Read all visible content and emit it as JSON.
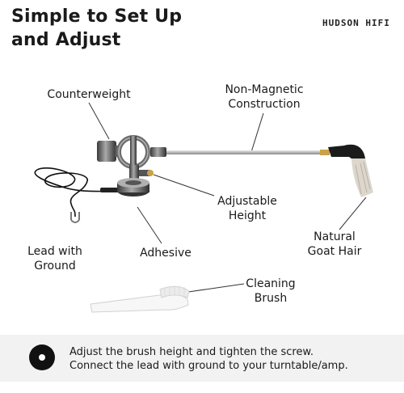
{
  "header": {
    "title_line1": "Simple to Set Up",
    "title_line2": "and Adjust",
    "brand": "HUDSON HIFI"
  },
  "callouts": {
    "counterweight": "Counterweight",
    "non_magnetic_1": "Non-Magnetic",
    "non_magnetic_2": "Construction",
    "adjustable_1": "Adjustable",
    "adjustable_2": "Height",
    "goat_1": "Natural",
    "goat_2": "Goat Hair",
    "lead_1": "Lead with",
    "lead_2": "Ground",
    "adhesive": "Adhesive",
    "cleaning_1": "Cleaning",
    "cleaning_2": "Brush"
  },
  "footer": {
    "line1": "Adjust the brush height and tighten the screw.",
    "line2": "Connect the lead with ground to your turntable/amp.",
    "icon": "record-disc-icon"
  }
}
